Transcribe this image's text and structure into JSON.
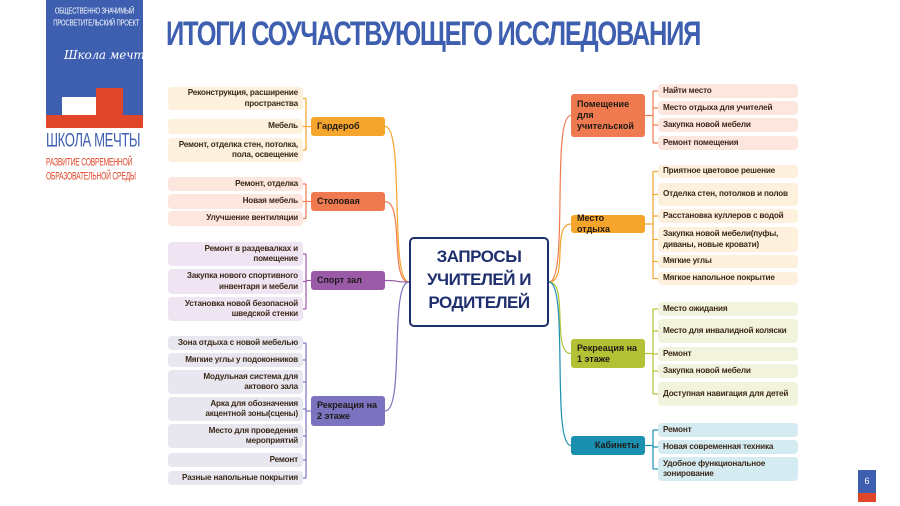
{
  "logo": {
    "line1": "ОБЩЕСТВЕННО ЗНАЧИМЫЙ",
    "line2": "ПРОСВЕТИТЕЛЬСКИЙ ПРОЕКТ",
    "script": "Школа мечты",
    "brand": "ШКОЛА МЕЧТЫ",
    "sub1": "РАЗВИТИЕ СОВРЕМЕННОЙ",
    "sub2": "ОБРАЗОВАТЕЛЬНОЙ СРЕДЫ"
  },
  "title": "ИТОГИ СОУЧАСТВУЮЩЕГО ИССЛЕДОВАНИЯ",
  "center": "ЗАПРОСЫ УЧИТЕЛЕЙ И РОДИТЕЛЕЙ",
  "page_number": "6",
  "branches": [
    {
      "label": "Гардероб",
      "color": "#f5a42c",
      "leaf_color": "#fdf0dc",
      "side": "left",
      "items": [
        "Реконструкция, расширение пространства",
        "Мебель",
        "Ремонт, отделка стен, потолка, пола, освещение"
      ]
    },
    {
      "label": "Столовая",
      "color": "#f07a4f",
      "leaf_color": "#fde6de",
      "side": "left",
      "items": [
        "Ремонт,  отделка",
        "Новая мебель",
        "Улучшение вентиляции"
      ]
    },
    {
      "label": "Спорт зал",
      "color": "#9b5aa8",
      "leaf_color": "#efe4f1",
      "side": "left",
      "items": [
        "Ремонт в раздевалках и помещение",
        "Закупка нового спортивного инвентаря и мебели",
        "Установка новой  безопасной шведской стенки"
      ]
    },
    {
      "label": "Рекреация на 2 этаже",
      "color": "#7b72c0",
      "leaf_color": "#e8e7ef",
      "side": "left",
      "items": [
        "Зона отдыха с новой мебелью",
        "Мягкие углы у подоконников",
        "Модульная система для актового зала",
        "Арка для обозначения акцентной зоны(сцены)",
        "Место для проведения мероприятий",
        "Ремонт",
        "Разные напольные покрытия"
      ]
    },
    {
      "label": "Помещение для учительской",
      "color": "#f07a4f",
      "leaf_color": "#fde6de",
      "side": "right",
      "items": [
        "Найти место",
        "Место отдыха для учителей",
        "Закупка новой мебели",
        "Ремонт помещения"
      ]
    },
    {
      "label": "Место отдыха",
      "color": "#f5a42c",
      "leaf_color": "#fdf0dc",
      "side": "right",
      "items": [
        "Приятное цветовое решение",
        "Отделка стен, потолков и полов",
        "Расстановка куллеров с водой",
        "Закупка новой мебели(пуфы, диваны, новые кровати)",
        "Мягкие углы",
        "Мягкое напольное покрытие"
      ]
    },
    {
      "label": "Рекреация на 1 этаже",
      "color": "#b3c234",
      "leaf_color": "#f1f3dc",
      "side": "right",
      "items": [
        "Место ожидания",
        "Место для инвалидной коляски",
        "Ремонт",
        "Закупка новой мебели",
        "Доступная навигация для детей"
      ]
    },
    {
      "label": "Кабинеты",
      "color": "#1a8fb0",
      "leaf_color": "#d5ebf2",
      "side": "right",
      "items": [
        "Ремонт",
        "Новая современная техника",
        "Удобное функциональное зонирование"
      ]
    }
  ]
}
